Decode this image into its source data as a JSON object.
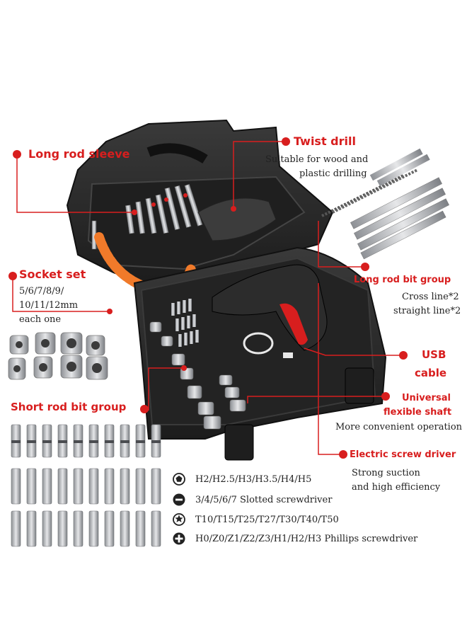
{
  "callouts": {
    "long_rod_sleeve": "Long rod sleeve",
    "twist_drill": "Twist drill",
    "twist_drill_desc1": "Suitable for wood and",
    "twist_drill_desc2": "plastic drilling",
    "socket_set": "Socket set",
    "socket_set_desc1": "5/6/7/8/9/",
    "socket_set_desc2": "10/11/12mm",
    "socket_set_desc3": "each one",
    "long_rod_bit_group": "Long rod bit group",
    "long_rod_bit_desc1": "Cross line*2",
    "long_rod_bit_desc2": "straight line*2",
    "usb_line1": "USB",
    "usb_line2": "cable",
    "short_rod_bit_group": "Short rod bit group",
    "universal_line1": "Universal",
    "universal_line2": "flexible shaft",
    "universal_desc": "More convenient operation",
    "electric_screw_driver": "Electric screw driver",
    "electric_desc1": "Strong suction",
    "electric_desc2": "and high efficiency"
  },
  "legend": [
    {
      "icon": "pentagon-icon",
      "text": "H2/H2.5/H3/H3.5/H4/H5"
    },
    {
      "icon": "slotted-icon",
      "text": "3/4/5/6/7  Slotted screwdriver"
    },
    {
      "icon": "torx-star-icon",
      "text": "T10/T15/T25/T27/T30/T40/T50"
    },
    {
      "icon": "phillips-icon",
      "text": "H0/Z0/Z1/Z2/Z3/H1/H2/H3 Phillips screwdriver"
    }
  ],
  "colors": {
    "accent_red": "#d81e1e",
    "case_black": "#2a2a2a",
    "flex_shaft_orange": "#f07a2a",
    "metal_silver": "#b9bcc0"
  }
}
